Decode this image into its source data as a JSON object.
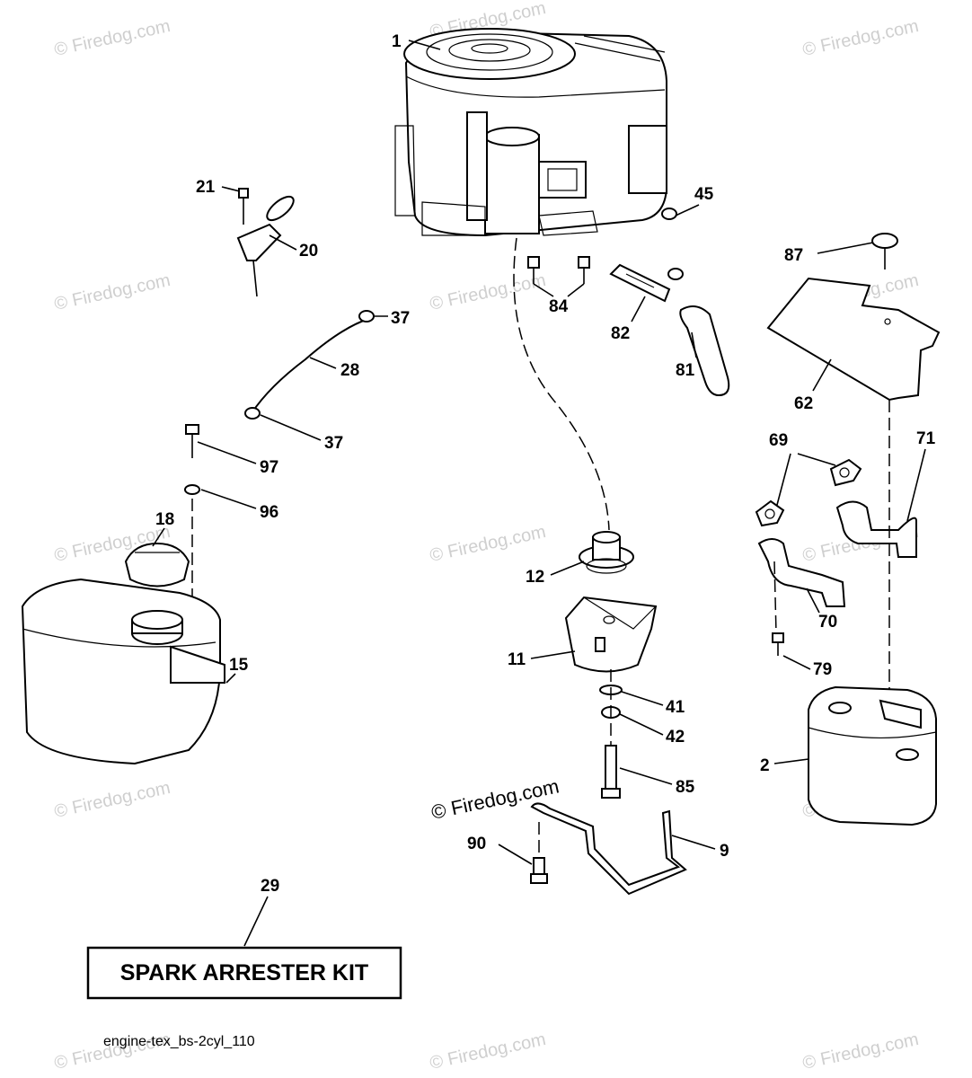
{
  "watermark": "© Firedog.com",
  "diagram_code": "engine-tex_bs-2cyl_110",
  "kit_box": {
    "label": "SPARK ARRESTER KIT",
    "number": "29"
  },
  "callouts": {
    "c1": "1",
    "c21": "21",
    "c20": "20",
    "c45": "45",
    "c87": "87",
    "c84": "84",
    "c82": "82",
    "c81": "81",
    "c37a": "37",
    "c28": "28",
    "c37b": "37",
    "c62": "62",
    "c97": "97",
    "c96": "96",
    "c69": "69",
    "c71": "71",
    "c18": "18",
    "c12": "12",
    "c70": "70",
    "c11": "11",
    "c15": "15",
    "c79": "79",
    "c41": "41",
    "c42": "42",
    "c2": "2",
    "c85": "85",
    "c90": "90",
    "c9": "9"
  }
}
